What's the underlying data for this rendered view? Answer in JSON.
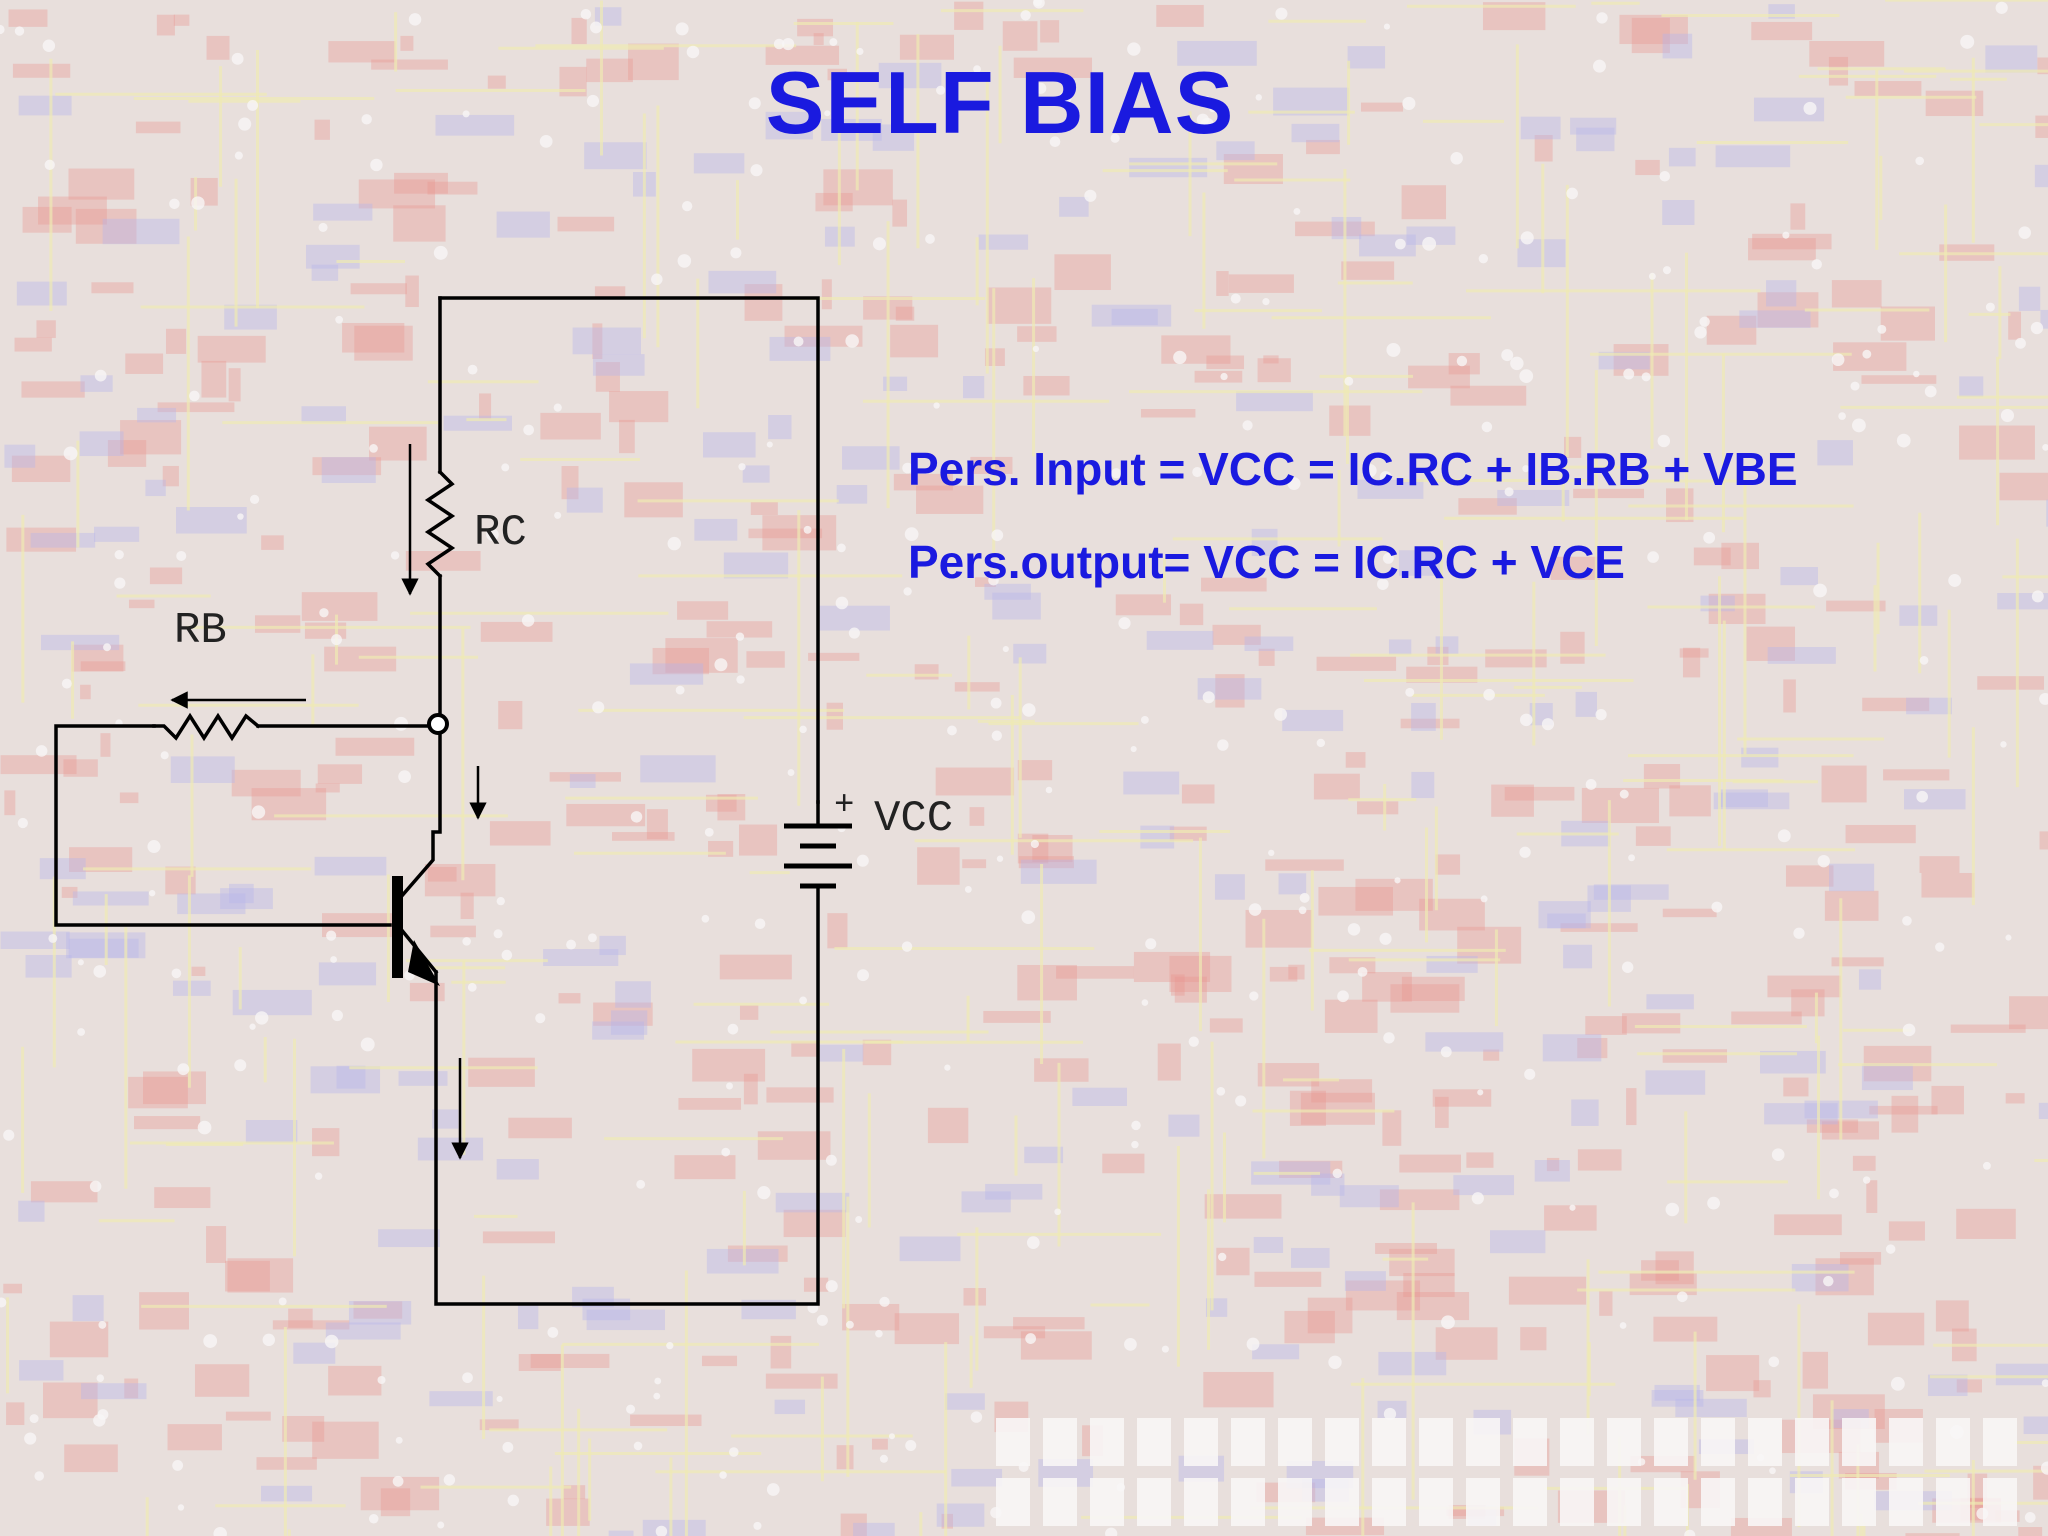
{
  "slide": {
    "title": "SELF BIAS",
    "equations": [
      "Pers. Input = VCC = IC.RC + IB.RB + VBE",
      "Pers.output= VCC = IC.RC + VCE"
    ]
  },
  "circuit": {
    "labels": {
      "rc": "RC",
      "rb": "RB",
      "vcc": "VCC",
      "plus": "+"
    }
  },
  "colors": {
    "title": "#1a1adf",
    "equation": "#1a1ae0",
    "wire": "#000000",
    "background_trace_red": "#e8675f",
    "background_trace_yellow": "#f2ee9a",
    "background_pad_blue": "#9a9aee"
  }
}
